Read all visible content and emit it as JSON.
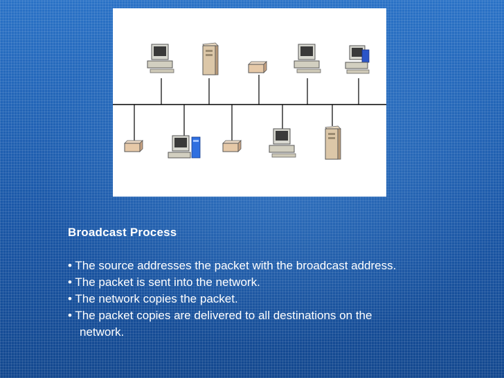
{
  "slide": {
    "title": "Broadcast Process",
    "bullets": [
      {
        "marker": "•",
        "text": "The source addresses the packet  with the broadcast address."
      },
      {
        "marker": "•",
        "text": "The packet is sent into the   network."
      },
      {
        "marker": "•",
        "text": "The network copies the packet."
      },
      {
        "marker": "•",
        "text": "The packet copies are delivered to all destinations on the",
        "continuation": "network."
      }
    ]
  },
  "diagram": {
    "bus_color": "#000000",
    "top_nodes": [
      "desktop-computer",
      "tower-server",
      "network-box",
      "desktop-computer",
      "desktop-computer-blue"
    ],
    "bottom_nodes": [
      "network-box",
      "desktop-computer-blue-tower",
      "network-box",
      "desktop-computer",
      "tower-server"
    ]
  }
}
